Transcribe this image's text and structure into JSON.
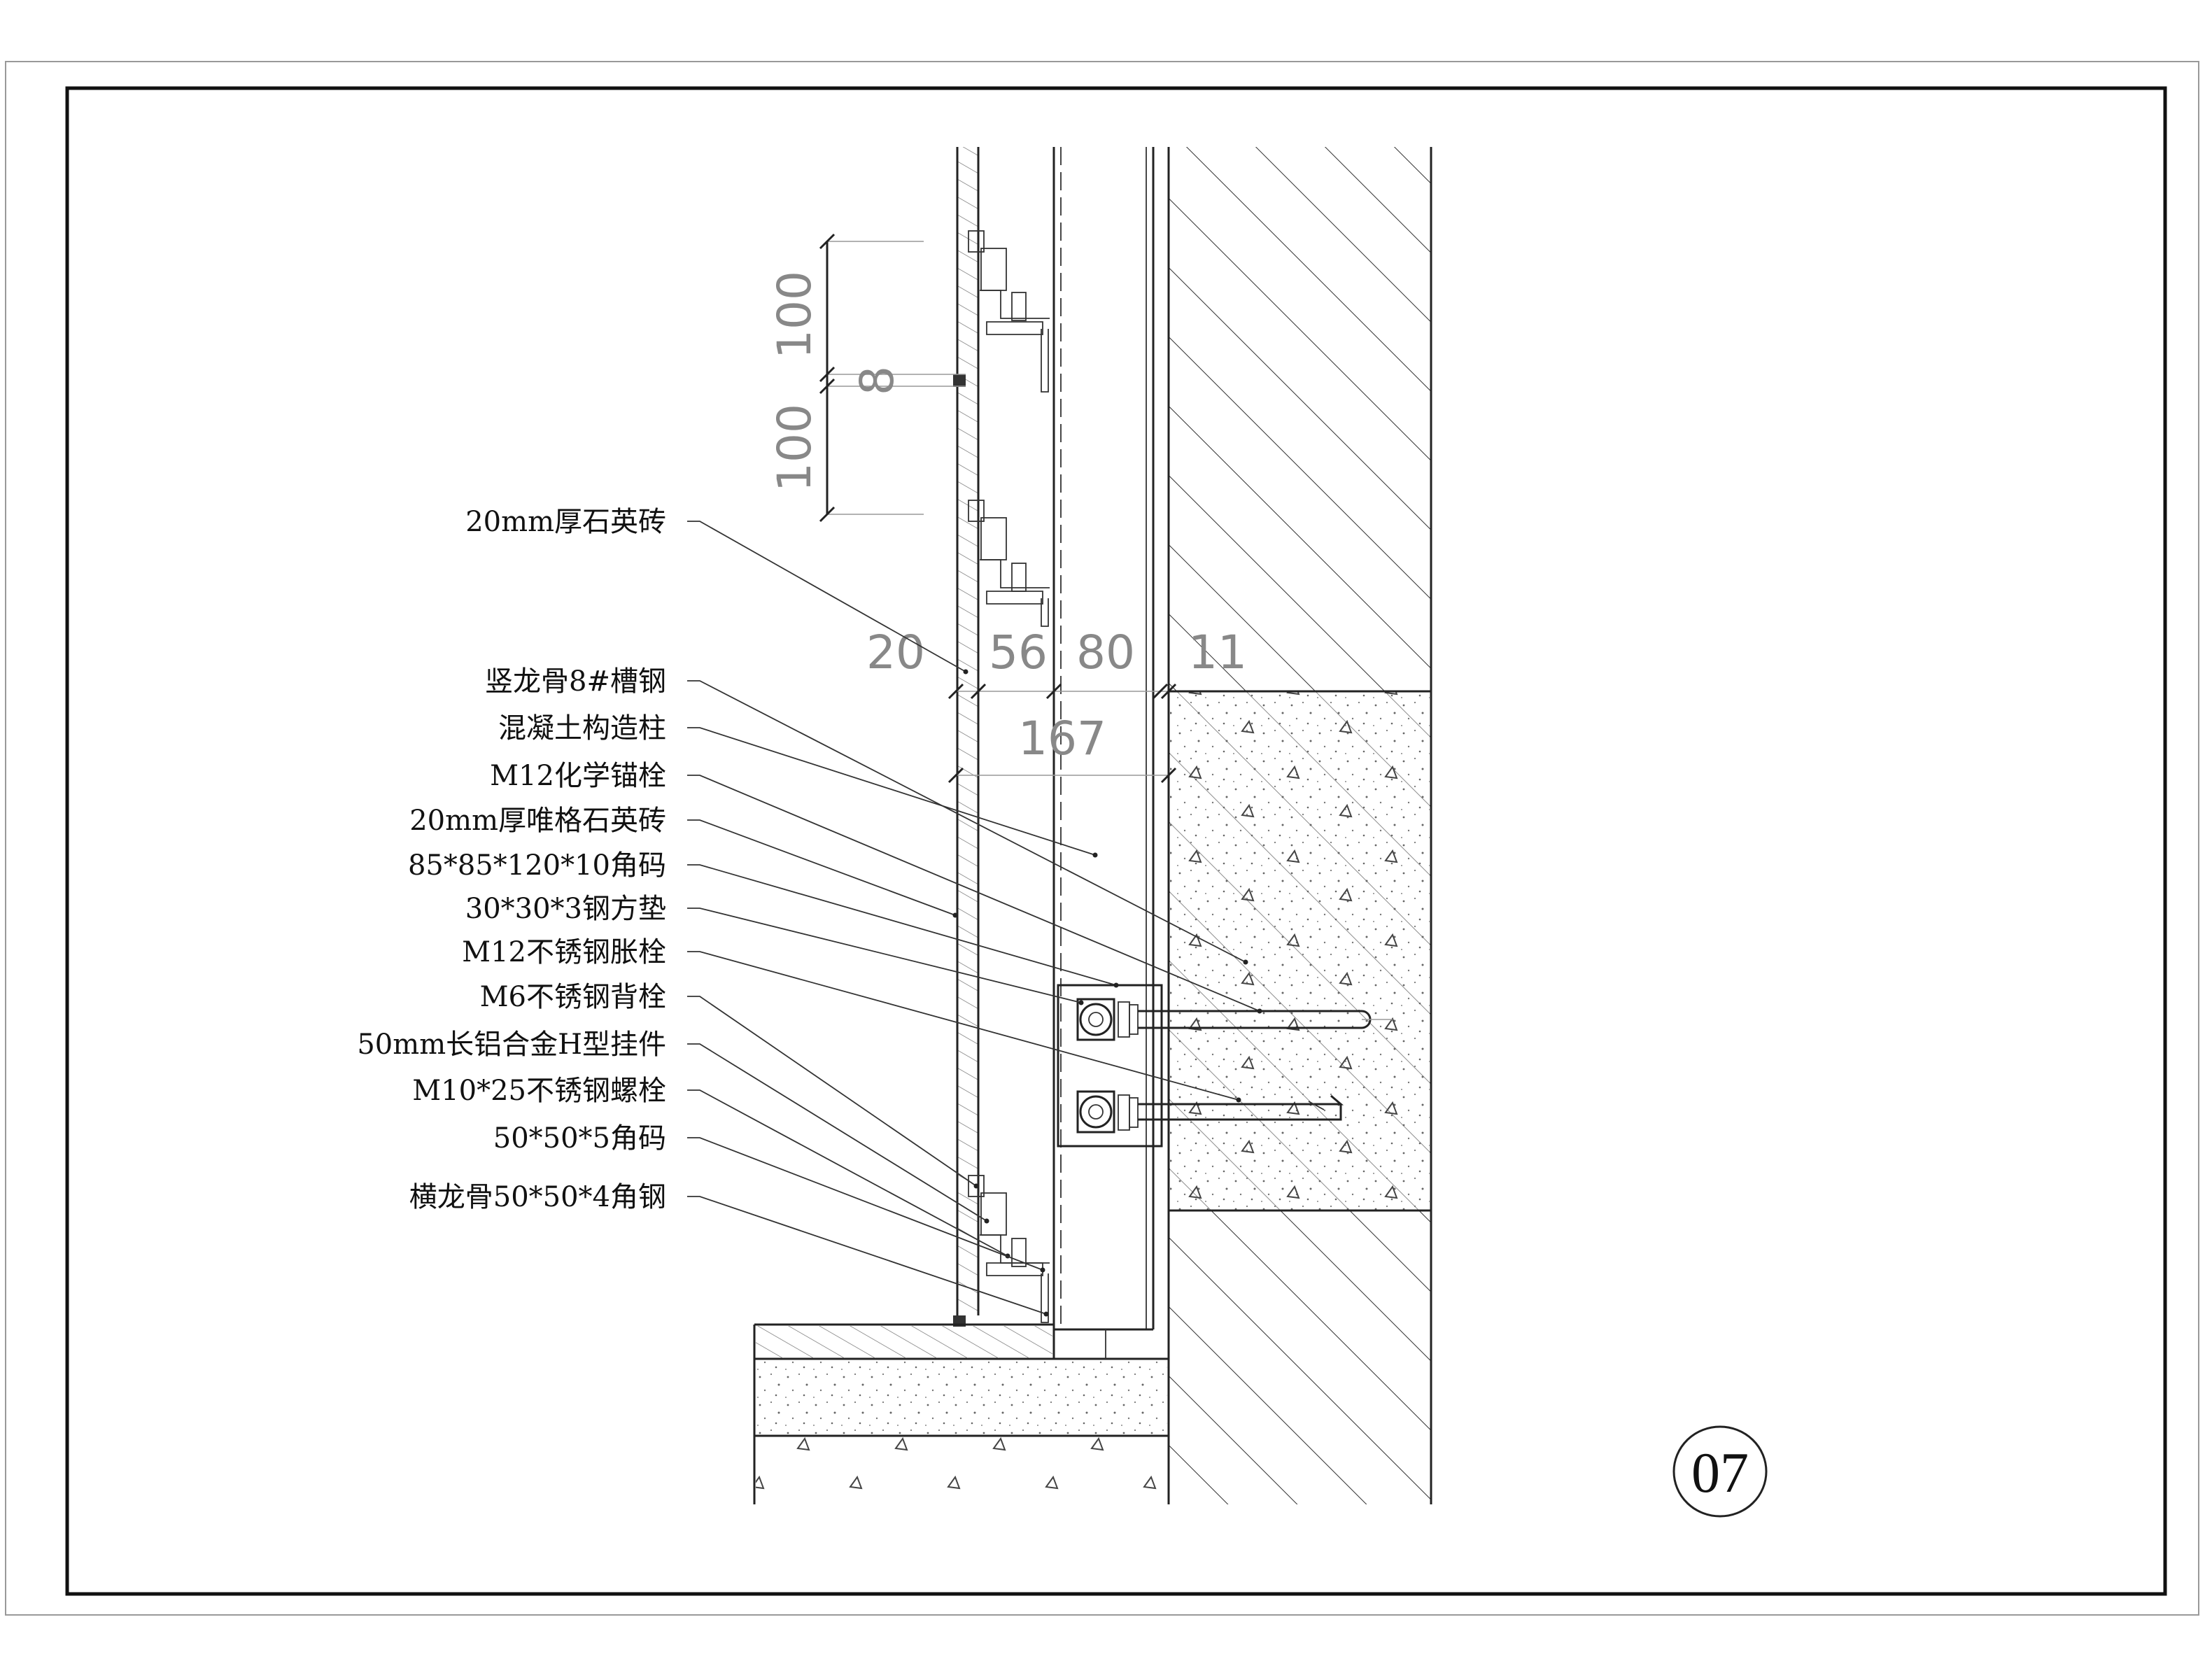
{
  "title_tag": "07",
  "labels": [
    "20mm厚石英砖",
    "竖龙骨8#槽钢",
    "混凝土构造柱",
    "M12化学锚栓",
    "20mm厚唯格石英砖",
    "85*85*120*10角码",
    "30*30*3钢方垫",
    "M12不锈钢胀栓",
    "M6不锈钢背栓",
    "50mm长铝合金H型挂件",
    "M10*25不锈钢螺栓",
    "50*50*5角码",
    "横龙骨50*50*4角钢"
  ],
  "dimensions": {
    "vertical": [
      "100",
      "8",
      "100"
    ],
    "horizontal_top": [
      "20",
      "56",
      "80",
      "11"
    ],
    "horizontal_total": "167"
  },
  "colors": {
    "line": "#222222",
    "dimension_text": "#888888",
    "background": "#ffffff"
  }
}
